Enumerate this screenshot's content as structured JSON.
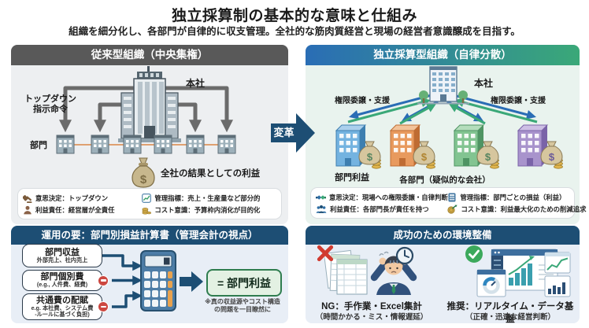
{
  "page": {
    "title": "独立採算制の基本的な意味と仕組み",
    "subtitle": "組織を細分化し、各部門が自律的に収支管理。全社的な筋肉質経営と現場の経営者意識醸成を目指す。"
  },
  "transform": {
    "label": "変革"
  },
  "symbols": {
    "dollar": "$"
  },
  "traditional": {
    "header": "従来型組織（中央集権）",
    "hq_label": "本社",
    "topdown_label": "トップダウン\n指示命令",
    "dept_label": "部門",
    "profit_label": "全社の結果としての利益",
    "facts": [
      {
        "icon": "gavel-icon",
        "label": "意思決定：トップダウン"
      },
      {
        "icon": "chart-icon",
        "label": "管理指標：売上・生産量など部分的"
      },
      {
        "icon": "person-icon",
        "label": "利益責任：経営層が全責任"
      },
      {
        "icon": "coins-icon",
        "label": "コスト意識：予算枠内消化が目的化"
      }
    ]
  },
  "independent": {
    "header": "独立採算型組織（自律分散）",
    "hq_label": "本社",
    "delegate_left": "権限委譲・支援",
    "delegate_right": "権限委譲・支援",
    "dept_profit_label": "部門利益",
    "pseudo_label": "各部門（疑似的な会社）",
    "facts": [
      {
        "icon": "handshake-icon",
        "label": "意思決定：現場への権限委譲・自律判断"
      },
      {
        "icon": "calculator-icon",
        "label": "管理指標：部門ごとの損益（利益）"
      },
      {
        "icon": "people-icon",
        "label": "利益責任：各部門長が責任を持つ"
      },
      {
        "icon": "coin-arrow-icon",
        "label": "コスト意識：利益最大化のための削減追求"
      }
    ]
  },
  "pl": {
    "header": "運用の要：部門別損益計算書（管理会計の視点）",
    "rows": [
      {
        "title": "部門収益",
        "sub": "外部売上、社内売上"
      },
      {
        "title": "部門個別費",
        "sub": "(e.g., 人件費、経費)"
      },
      {
        "title": "共通費の配賦",
        "sub": "e.g. 本社費、システム費\n-ルールに基づく負担)"
      }
    ],
    "result_label": "= 部門利益",
    "note": "※真の収益源やコスト構造\nの問題を一目瞭然に"
  },
  "env": {
    "header": "成功のための環境整備",
    "ng_title": "NG：手作業・Excel集計",
    "ng_sub": "（時間かかる・ミス・情報遅延）",
    "ok_title": "推奨：リアルタイム・データ基盤",
    "ok_sub": "（正確・迅速な経営判断）"
  },
  "colors": {
    "navy": "#1d4e74",
    "gray_header": "#595959",
    "gradient_from": "#2a6db5",
    "gradient_to": "#3aa878",
    "minus_red": "#cc4740",
    "ng_red": "#d13b30",
    "ok_green": "#3ca95c",
    "result_green": "#2f7d4f",
    "gray_arrow": "#6b6b6b",
    "orange_link": "#dfa070"
  }
}
